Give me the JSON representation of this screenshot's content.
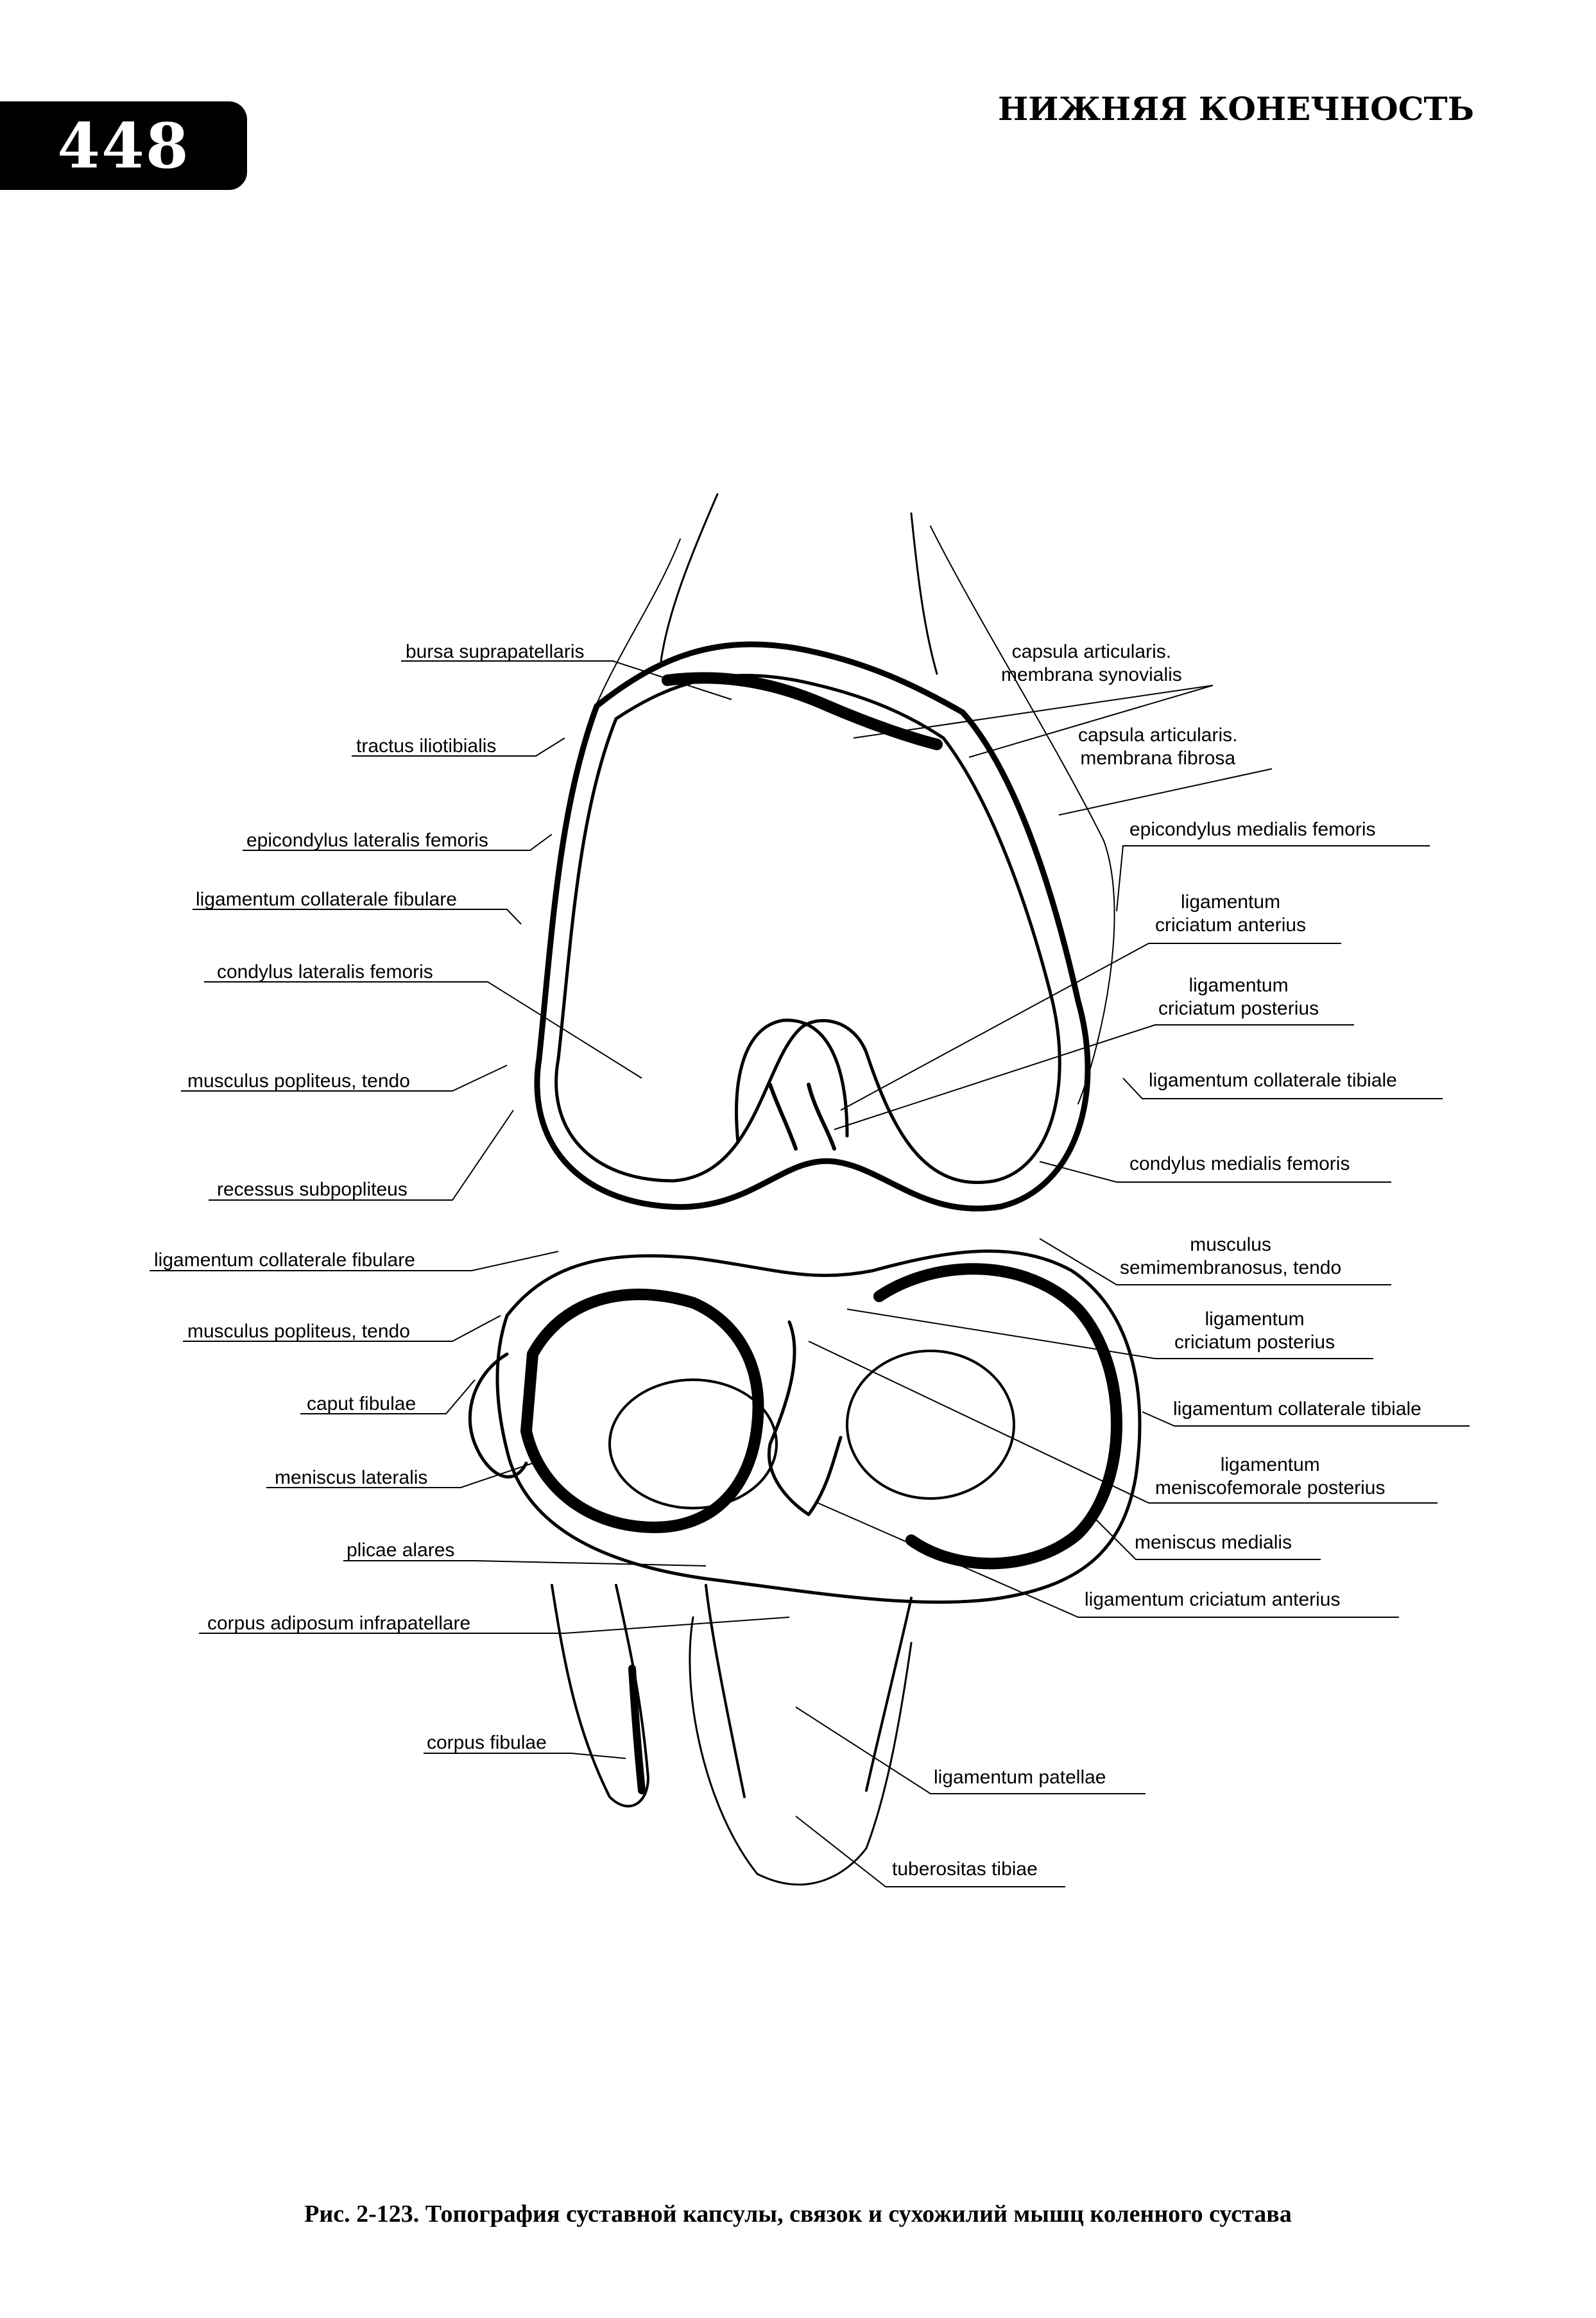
{
  "header": {
    "page_number": "448",
    "running_title": "НИЖНЯЯ КОНЕЧНОСТЬ"
  },
  "figure": {
    "labels_left": [
      "bursa suprapatellaris",
      "tractus iliotibialis",
      "epicondylus lateralis femoris",
      "ligamentum collaterale fibulare",
      "condylus lateralis femoris",
      "musculus popliteus, tendo",
      "recessus subpopliteus",
      "ligamentum collaterale fibulare",
      "musculus popliteus, tendo",
      "caput fibulae",
      "meniscus lateralis",
      "plicae alares",
      "corpus adiposum infrapatellare",
      "corpus fibulae"
    ],
    "labels_right": [
      "capsula articularis.\nmembrana synovialis",
      "capsula articularis.\nmembrana fibrosa",
      "epicondylus medialis femoris",
      "ligamentum\ncriciatum anterius",
      "ligamentum\ncriciatum posterius",
      "ligamentum collaterale tibiale",
      "condylus medialis femoris",
      "musculus\nsemimembranosus, tendo",
      "ligamentum\ncriciatum posterius",
      "ligamentum collaterale tibiale",
      "ligamentum\nmeniscofemorale posterius",
      "meniscus medialis",
      "ligamentum criciatum anterius",
      "ligamentum patellae",
      "tuberositas tibiae"
    ]
  },
  "caption": "Рис. 2-123. Топография суставной капсулы, связок и сухожилий мышц коленного сустава"
}
